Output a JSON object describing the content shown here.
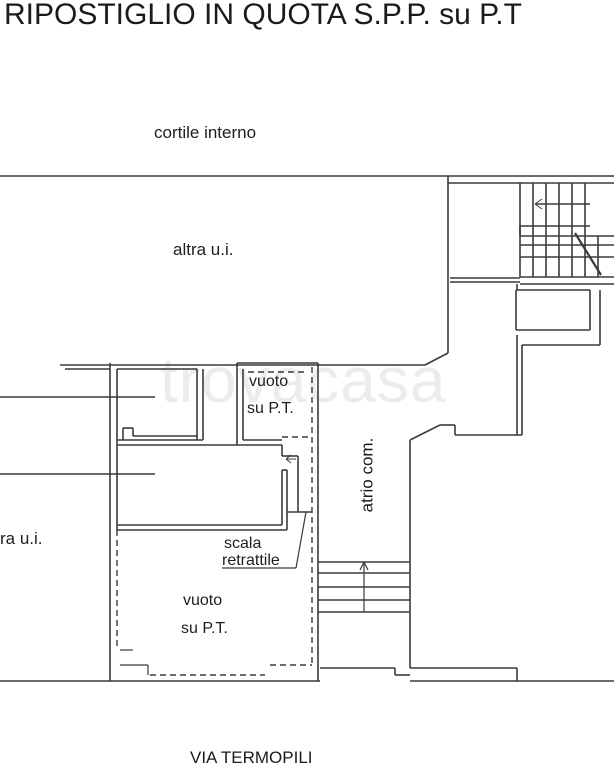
{
  "title": "RIPOSTIGLIO IN QUOTA S.P.P. su P.T",
  "watermark": "trovacasa",
  "labels": {
    "courtyard": "cortile interno",
    "other_unit_top": "altra u.i.",
    "other_unit_left": "ra u.i.",
    "void_small_line1": "vuoto",
    "void_small_line2": "su P.T.",
    "void_large_line1": "vuoto",
    "void_large_line2": "su P.T.",
    "ladder_line1": "scala",
    "ladder_line2": "retrattile",
    "atrium": "atrio com.",
    "street": "VIA TERMOPILI"
  },
  "colors": {
    "line": "#3a3a3a",
    "background": "#ffffff",
    "text": "#1e1e1e"
  }
}
